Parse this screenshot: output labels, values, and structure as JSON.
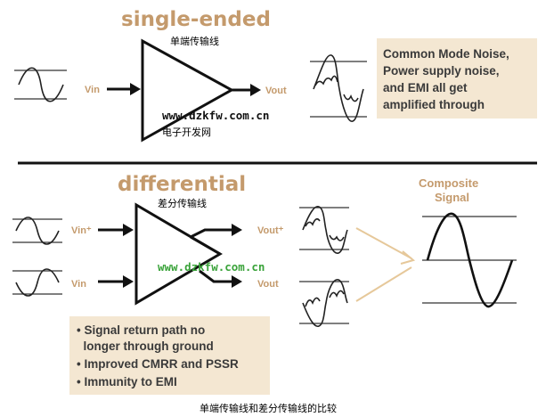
{
  "single_ended": {
    "title": "single-ended",
    "cn_label": "单端传输线",
    "vin": "Vin",
    "vout": "Vout",
    "note_lines": [
      "Common Mode Noise,",
      "Power supply noise,",
      "and EMI all get",
      "amplified through"
    ]
  },
  "differential": {
    "title": "differential",
    "cn_label": "差分传输线",
    "vin_plus": "Vin⁺",
    "vin_minus": "Vin",
    "vout_plus": "Vout⁺",
    "vout_minus": "Vout",
    "composite_lines": [
      "Composite",
      "Signal"
    ],
    "bullets": [
      "• Signal return path no",
      "  longer through ground",
      "• Improved CMRR and PSSR",
      "• Immunity to EMI"
    ]
  },
  "watermark": {
    "url_top": "www.dzkfw.com.cn",
    "cn_top": "电子开发网",
    "url_mid": "www.dzkfw.com.cn"
  },
  "caption": "单端传输线和差分传输线的比较",
  "colors": {
    "title": "#c49a6c",
    "note_fill": "#f4e7d2",
    "watermark_green": "#3aa33a"
  }
}
